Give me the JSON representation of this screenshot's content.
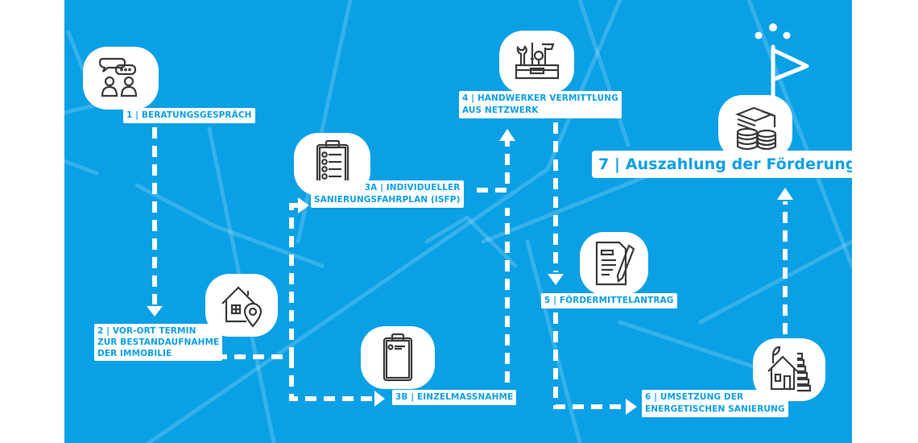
{
  "colors": {
    "background": "#0aa0e6",
    "card": "#ffffff",
    "text": "#0aa0e6",
    "icon": "#3a3a3a"
  },
  "steps": [
    {
      "id": "1",
      "icon": "consultation-icon",
      "lines": [
        "1 | BERATUNGSGESPRÄCH"
      ]
    },
    {
      "id": "2",
      "icon": "house-location-icon",
      "lines": [
        "2 | VOR-ORT TERMIN",
        "ZUR BESTANDAUFNAHME",
        "DER IMMOBILIE"
      ]
    },
    {
      "id": "3A",
      "icon": "checklist-clipboard-icon",
      "lines": [
        "3A | INDIVIDUELLER",
        "SANIERUNGSFAHRPLAN (ISFP)"
      ]
    },
    {
      "id": "3B",
      "icon": "clipboard-icon",
      "lines": [
        "3B | EINZELMASSNAHME"
      ]
    },
    {
      "id": "4",
      "icon": "toolbox-icon",
      "lines": [
        "4 | HANDWERKER VERMITTLUNG",
        "AUS NETZWERK"
      ]
    },
    {
      "id": "5",
      "icon": "document-pen-icon",
      "lines": [
        "5 | FÖRDERMITTELANTRAG"
      ]
    },
    {
      "id": "6",
      "icon": "energy-house-icon",
      "lines": [
        "6 | UMSETZUNG DER",
        "ENERGETISCHEN SANIERUNG"
      ]
    },
    {
      "id": "7",
      "icon": "money-icon",
      "lines": [
        "7 | Auszahlung der Förderung"
      ]
    }
  ]
}
